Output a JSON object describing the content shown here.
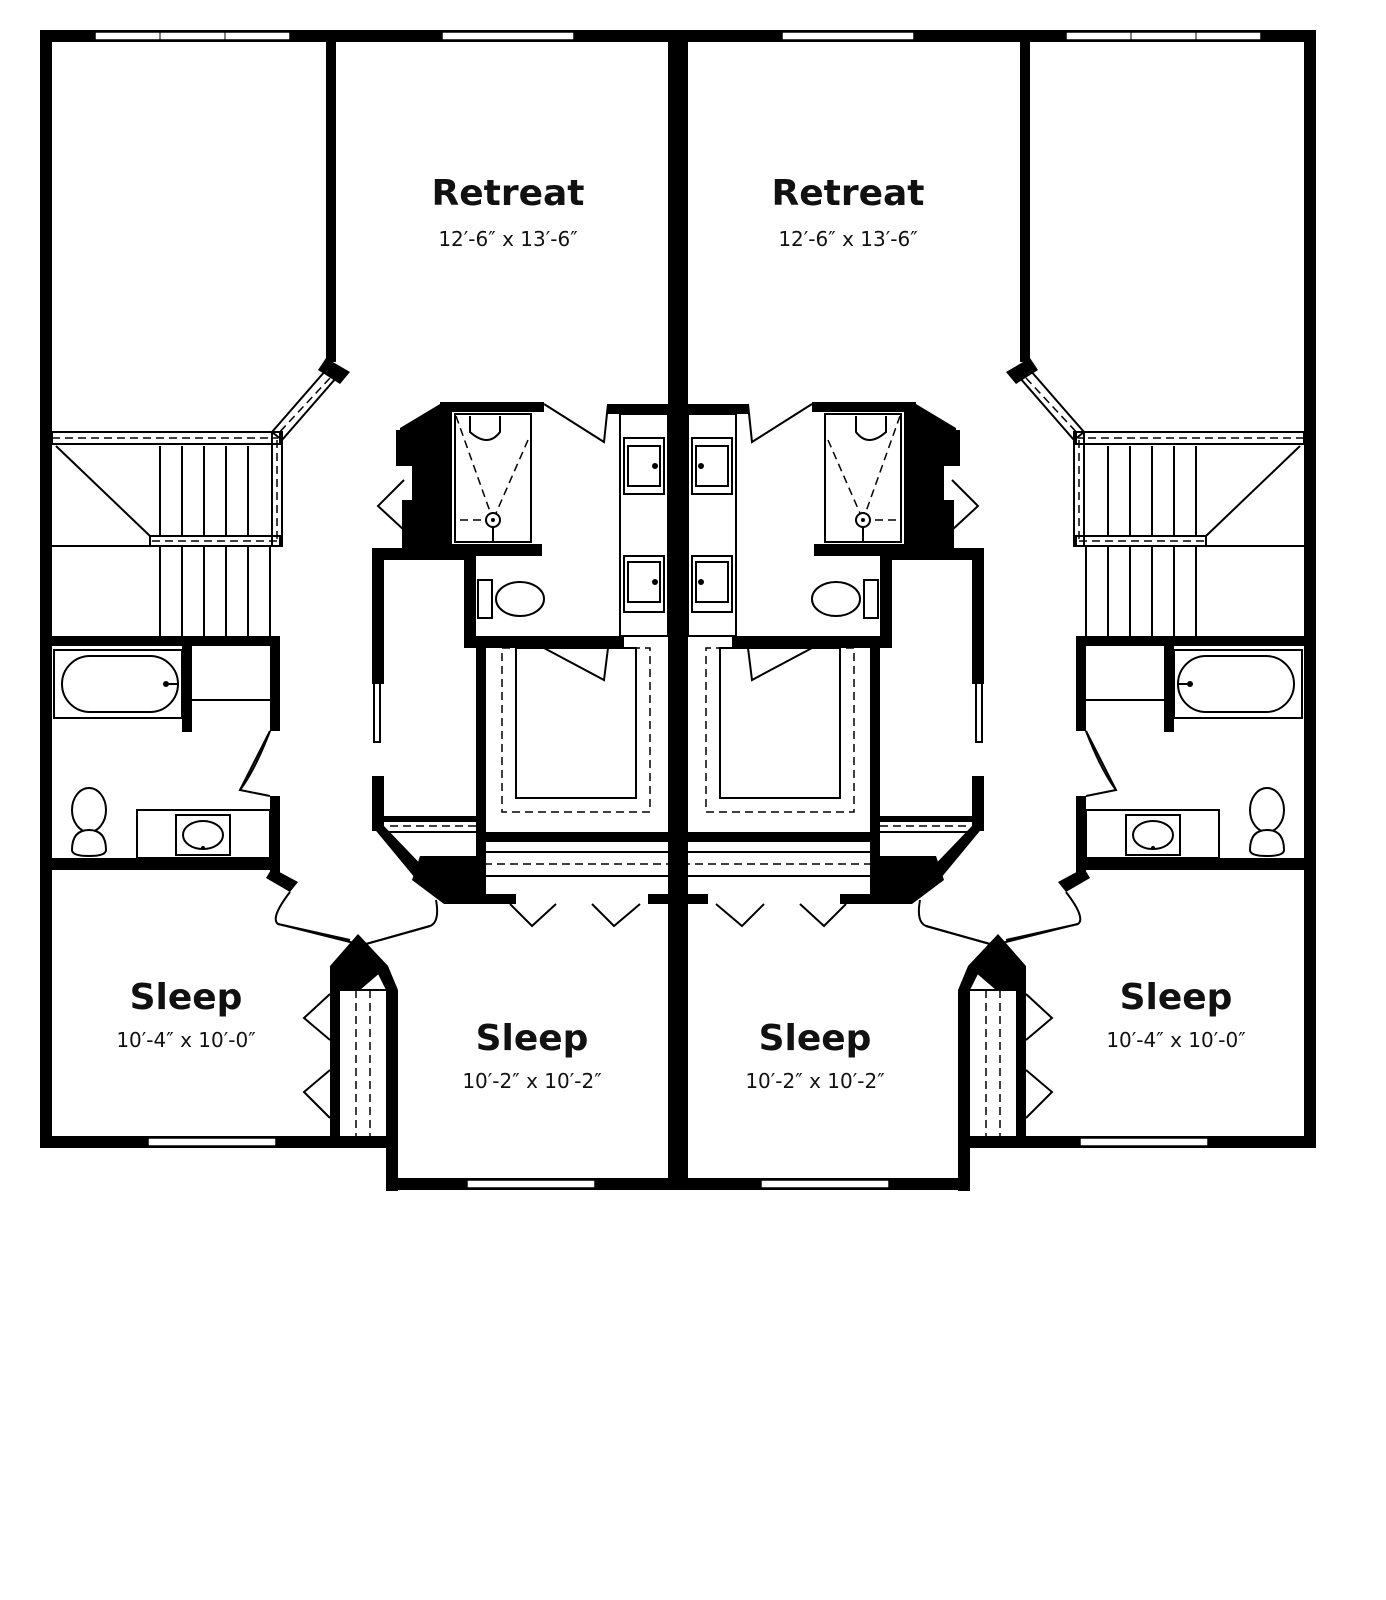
{
  "rooms": {
    "retreat_left": {
      "name": "Retreat",
      "dims": "12′-6″ x 13′-6″"
    },
    "retreat_right": {
      "name": "Retreat",
      "dims": "12′-6″ x 13′-6″"
    },
    "sleep_outer_left": {
      "name": "Sleep",
      "dims": "10′-4″ x 10′-0″"
    },
    "sleep_inner_left": {
      "name": "Sleep",
      "dims": "10′-2″ x 10′-2″"
    },
    "sleep_inner_right": {
      "name": "Sleep",
      "dims": "10′-2″ x 10′-2″"
    },
    "sleep_outer_right": {
      "name": "Sleep",
      "dims": "10′-4″ x 10′-0″"
    }
  },
  "colors": {
    "wall": "#000000",
    "background": "#ffffff"
  }
}
